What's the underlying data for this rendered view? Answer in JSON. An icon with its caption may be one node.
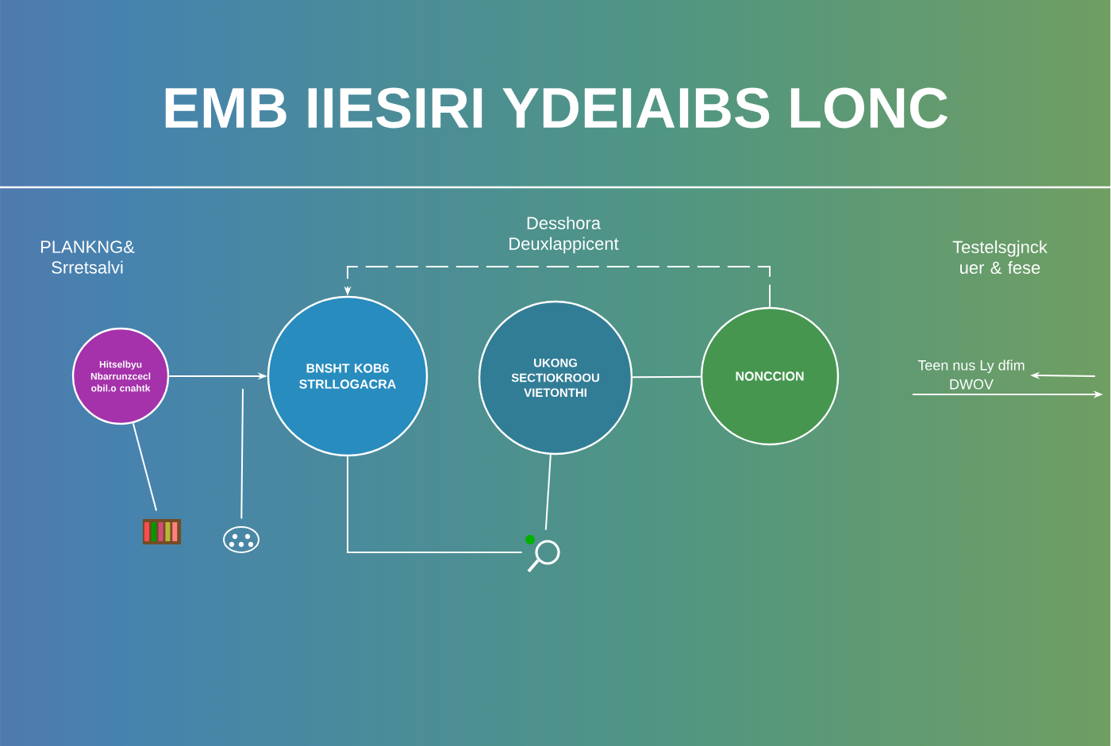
{
  "diagram": {
    "title": "EMB IIESIRI YDEIAIBS LONC",
    "nodes": [
      {
        "text": [
          "Hitselbyu Nbarrunzcecl obil.o cnahtk"
        ]
      },
      {
        "text": [
          "BNSHT KOB6 STRLLOGACRA"
        ]
      },
      {
        "text": [
          "UKONG SECTIOKROOU VIETONTHI"
        ]
      },
      {
        "text": [
          "NONCCION"
        ]
      },
      {
        "text": [
          "Teen nus Ly dfim",
          "DWOV"
        ]
      },
      {
        "text": [],
        "shape": "picture"
      },
      {
        "text": [],
        "shape": "picture"
      },
      {
        "text": [],
        "shape": "picture"
      }
    ],
    "edges": [
      {
        "from": 0,
        "to": 1,
        "arrow": "to"
      },
      {
        "from": 3,
        "to": 1,
        "arrow": "to",
        "style": "dashed"
      },
      {
        "from": 2,
        "to": 3,
        "arrow": "none"
      },
      {
        "from": 0,
        "to": 5,
        "arrow": "none"
      },
      {
        "from": 1,
        "to": 7,
        "arrow": "none"
      },
      {
        "from": 2,
        "to": 7,
        "arrow": "none"
      },
      {
        "from": null,
        "to": 4,
        "arrow": "to"
      },
      {
        "from": 4,
        "to": null,
        "arrow": "to"
      },
      {
        "from": null,
        "to": 6,
        "arrow": "none"
      }
    ],
    "labels": [
      "PLANKNG& Srretsalvi",
      "Desshora Deuxlappicent",
      "Testelsgjnck uer & fese"
    ]
  }
}
